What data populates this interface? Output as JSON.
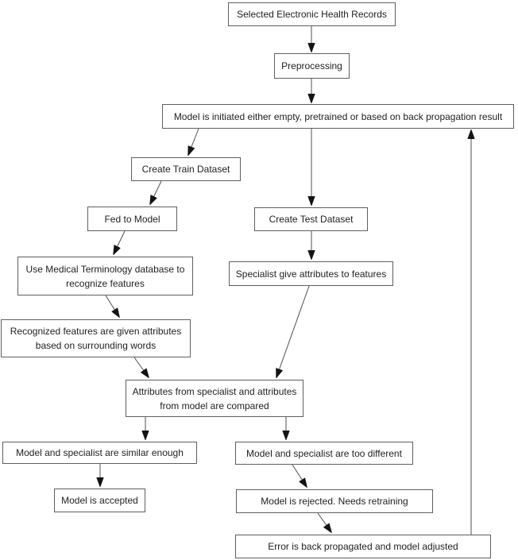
{
  "diagram": {
    "title": "EHR model training and validation flowchart",
    "background": "#ffffff",
    "colors": {
      "box_border": "#5f5f5f",
      "box_fill": "#ffffff",
      "line": "#4f4f4f",
      "arrowhead": "#141414",
      "text": "#222222"
    },
    "nodes": [
      {
        "id": "selected-ehr",
        "label": "Selected Electronic Health Records"
      },
      {
        "id": "preprocessing",
        "label": "Preprocessing"
      },
      {
        "id": "model-init",
        "label": "Model is initiated either empty, pretrained or based on back propagation result"
      },
      {
        "id": "create-train",
        "label": "Create Train Dataset"
      },
      {
        "id": "fed-to-model",
        "label": "Fed to Model"
      },
      {
        "id": "create-test",
        "label": "Create Test Dataset"
      },
      {
        "id": "use-medical-db",
        "label": "Use Medical Terminology database to recognize features"
      },
      {
        "id": "specialist-attrs",
        "label": "Specialist give attributes to features"
      },
      {
        "id": "recognized-features",
        "label": "Recognized features are given attributes based on surrounding words"
      },
      {
        "id": "compare",
        "label": "Attributes from specialist and attributes from model are compared"
      },
      {
        "id": "similar-enough",
        "label": "Model and specialist are similar enough"
      },
      {
        "id": "too-different",
        "label": "Model and specialist are too different"
      },
      {
        "id": "model-accepted",
        "label": "Model is accepted"
      },
      {
        "id": "model-rejected",
        "label": "Model is rejected. Needs retraining"
      },
      {
        "id": "error-backprop",
        "label": "Error is back propagated and model adjusted"
      }
    ],
    "edges": [
      {
        "from": "selected-ehr",
        "to": "preprocessing"
      },
      {
        "from": "preprocessing",
        "to": "model-init"
      },
      {
        "from": "model-init",
        "to": "create-train"
      },
      {
        "from": "model-init",
        "to": "create-test"
      },
      {
        "from": "create-train",
        "to": "fed-to-model"
      },
      {
        "from": "fed-to-model",
        "to": "use-medical-db"
      },
      {
        "from": "use-medical-db",
        "to": "recognized-features"
      },
      {
        "from": "recognized-features",
        "to": "compare"
      },
      {
        "from": "create-test",
        "to": "specialist-attrs"
      },
      {
        "from": "specialist-attrs",
        "to": "compare"
      },
      {
        "from": "compare",
        "to": "similar-enough"
      },
      {
        "from": "compare",
        "to": "too-different"
      },
      {
        "from": "similar-enough",
        "to": "model-accepted"
      },
      {
        "from": "too-different",
        "to": "model-rejected"
      },
      {
        "from": "model-rejected",
        "to": "error-backprop"
      },
      {
        "from": "error-backprop",
        "to": "model-init"
      }
    ]
  }
}
